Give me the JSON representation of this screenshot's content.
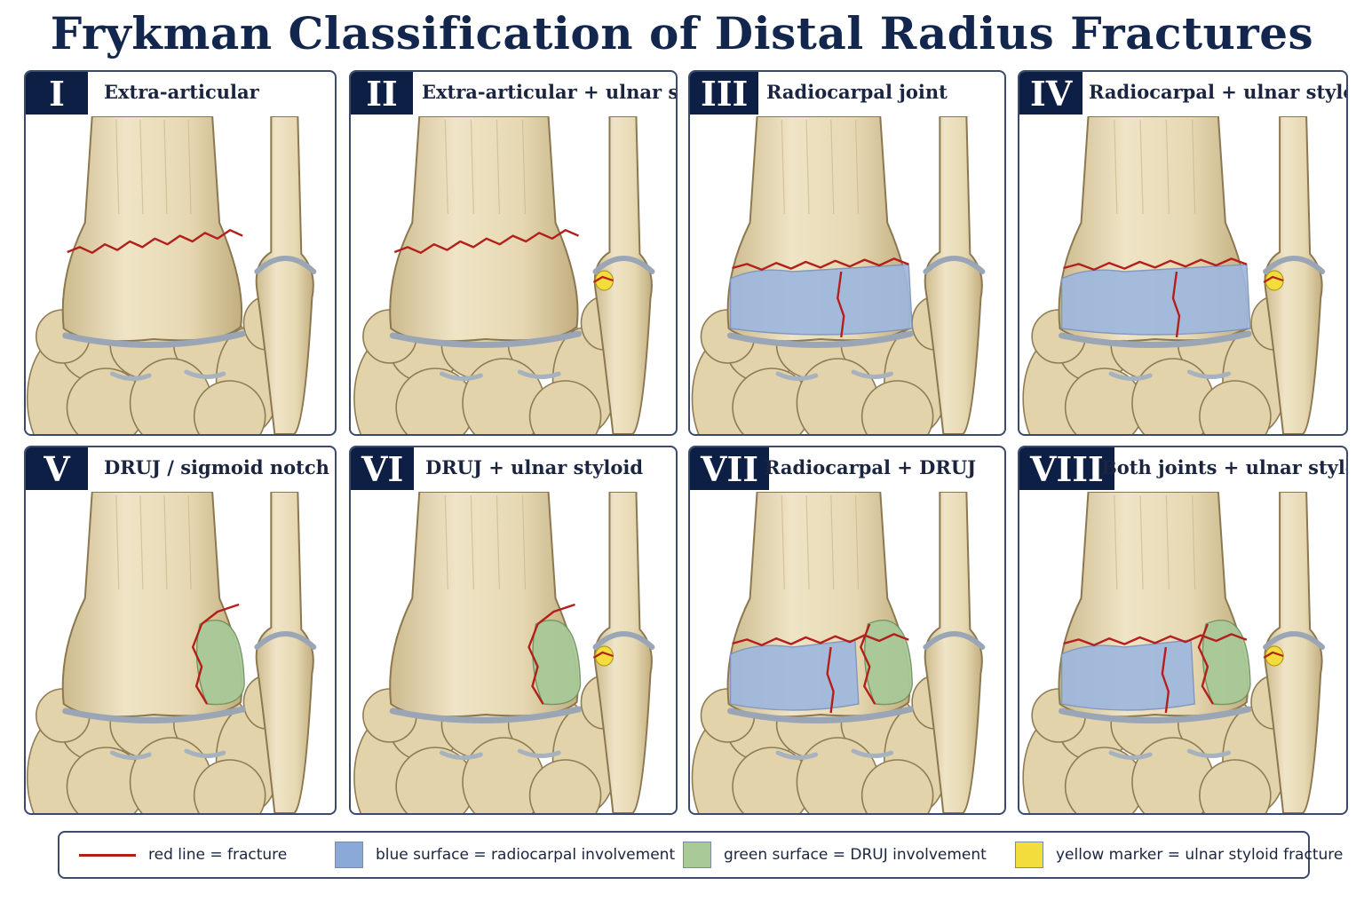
{
  "title": "Frykman Classification of Distal Radius Fractures",
  "colors": {
    "navy": "#0e1f45",
    "fracture": "#b3201c",
    "radiocarpal": "#9fb8de",
    "druj": "#a9c998",
    "ulnar_styloid": "#f2dd3c",
    "bone": "#e4d6b0"
  },
  "panels": [
    {
      "numeral": "I",
      "label": "Extra-articular"
    },
    {
      "numeral": "II",
      "label": "Extra-articular + ulnar styloid"
    },
    {
      "numeral": "III",
      "label": "Radiocarpal joint"
    },
    {
      "numeral": "IV",
      "label": "Radiocarpal + ulnar styloid"
    },
    {
      "numeral": "V",
      "label": "DRUJ / sigmoid notch"
    },
    {
      "numeral": "VI",
      "label": "DRUJ + ulnar styloid"
    },
    {
      "numeral": "VII",
      "label": "Radiocarpal + DRUJ"
    },
    {
      "numeral": "VIII",
      "label": "Both joints + ulnar styloid"
    }
  ],
  "legend": [
    {
      "key": "fracture",
      "label": "red line = fracture"
    },
    {
      "key": "radiocarpal",
      "label": "blue surface = radiocarpal involvement"
    },
    {
      "key": "druj",
      "label": "green surface = DRUJ involvement"
    },
    {
      "key": "ulnar_styloid",
      "label": "yellow marker = ulnar styloid fracture"
    }
  ]
}
